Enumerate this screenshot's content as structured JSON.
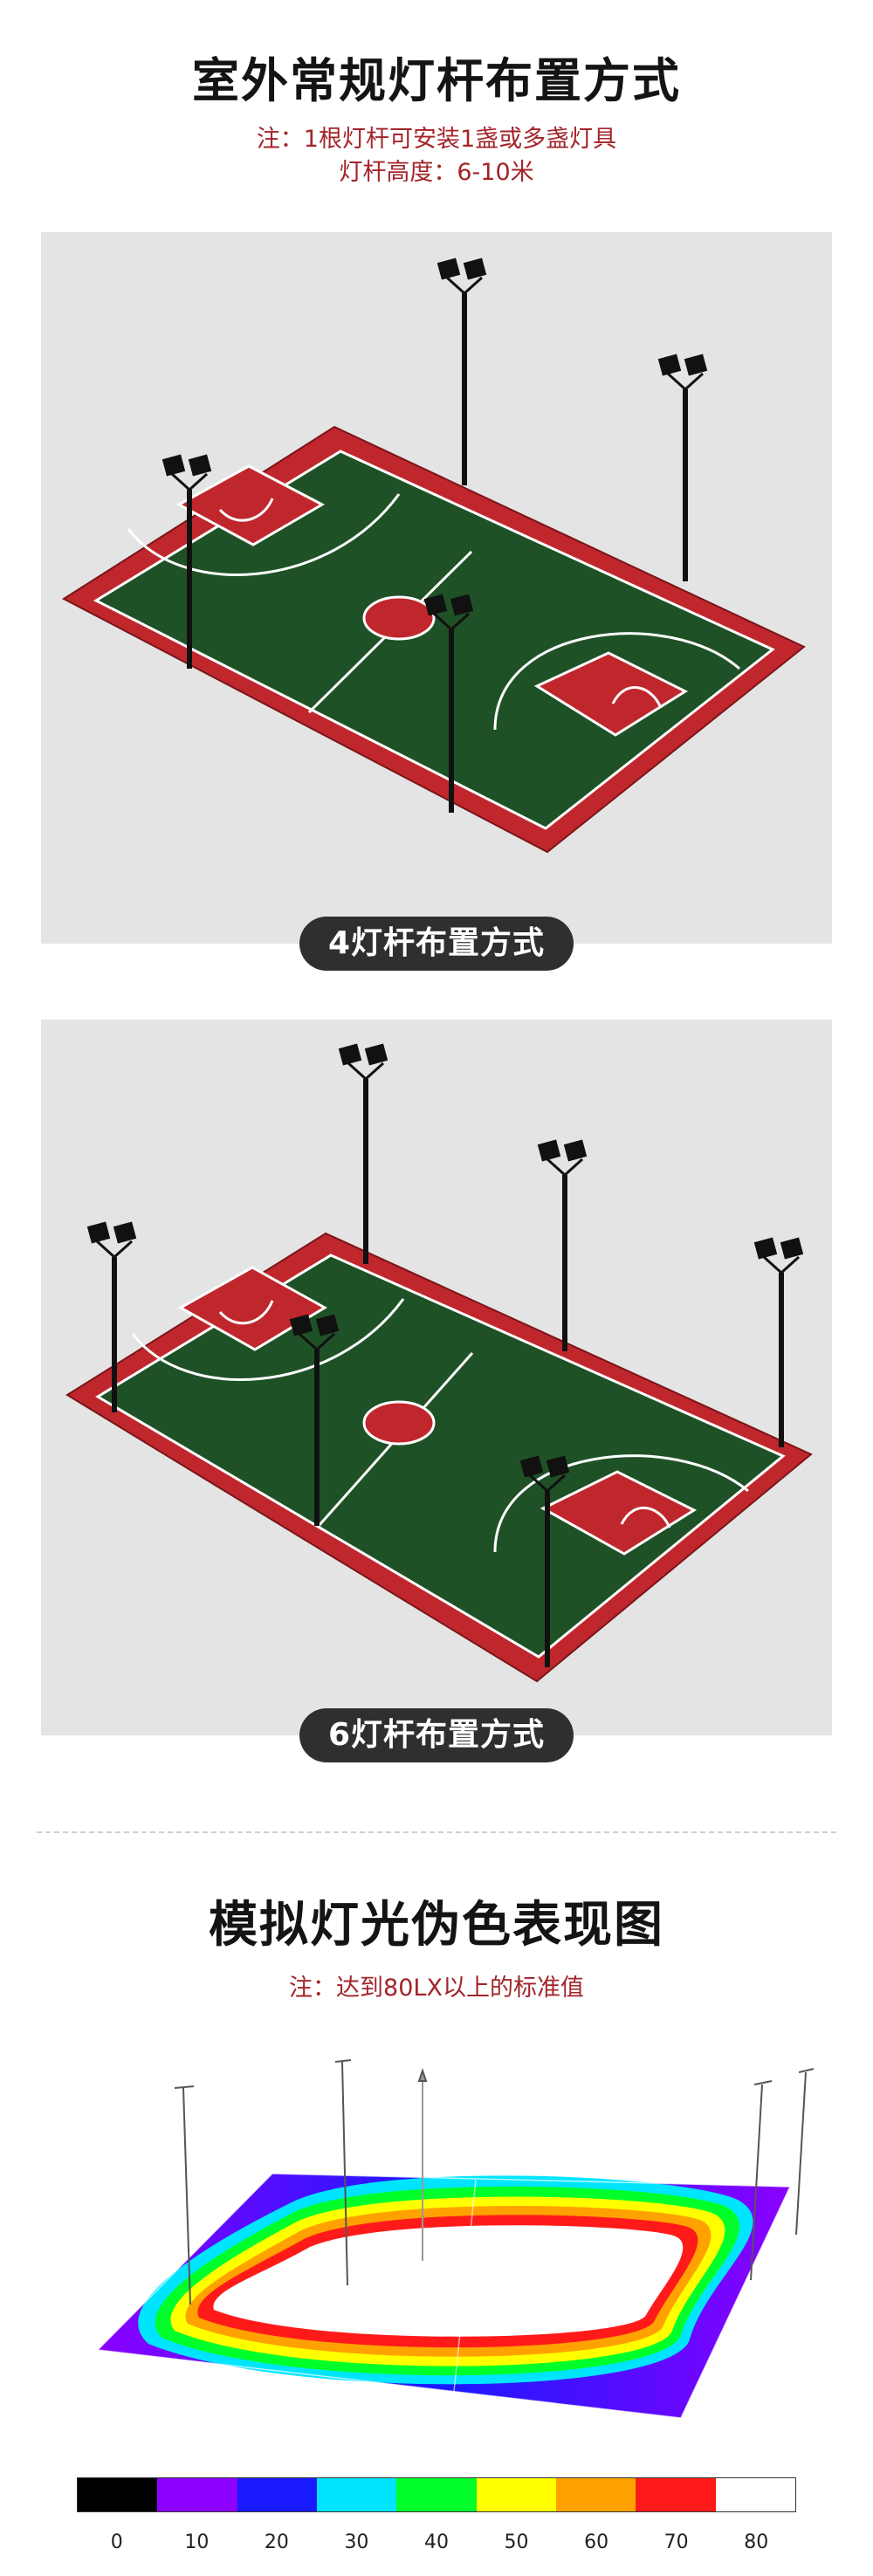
{
  "section1": {
    "title": "室外常规灯杆布置方式",
    "note_line1": "注：1根灯杆可安装1盏或多盏灯具",
    "note_line2": "灯杆高度：6-10米"
  },
  "layout_4": {
    "label": "4灯杆布置方式",
    "pole_count": 4
  },
  "layout_6": {
    "label": "6灯杆布置方式",
    "pole_count": 6
  },
  "section2": {
    "title": "模拟灯光伪色表现图",
    "note": "注：达到80LX以上的标准值"
  },
  "legend": {
    "labels": [
      "0",
      "10",
      "20",
      "30",
      "40",
      "50",
      "60",
      "70",
      "80"
    ],
    "colors": [
      "#000000",
      "#8b00ff",
      "#1a1aff",
      "#00e5ff",
      "#00ff2a",
      "#ffff00",
      "#ffa200",
      "#ff1a1a",
      "#ffffff"
    ]
  },
  "colors": {
    "court_green": "#1f5127",
    "court_red": "#c0272d",
    "panel_bg": "#e4e4e4",
    "pill_bg": "#2f2f2f",
    "note_red": "#a3242a"
  }
}
